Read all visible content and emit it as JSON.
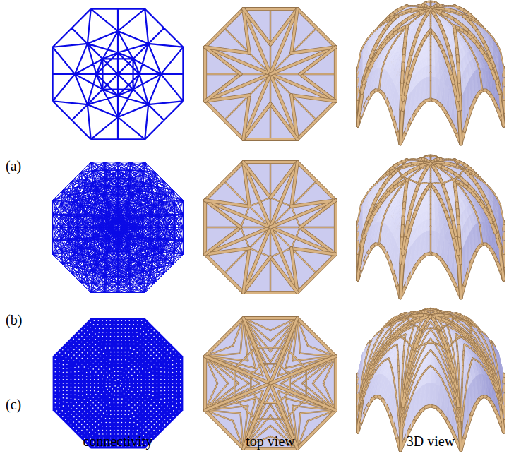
{
  "diagram": {
    "labels": [
      "(a)",
      "(b)",
      "(c)",
      "connectivity",
      "top view",
      "3D view"
    ]
  }
}
